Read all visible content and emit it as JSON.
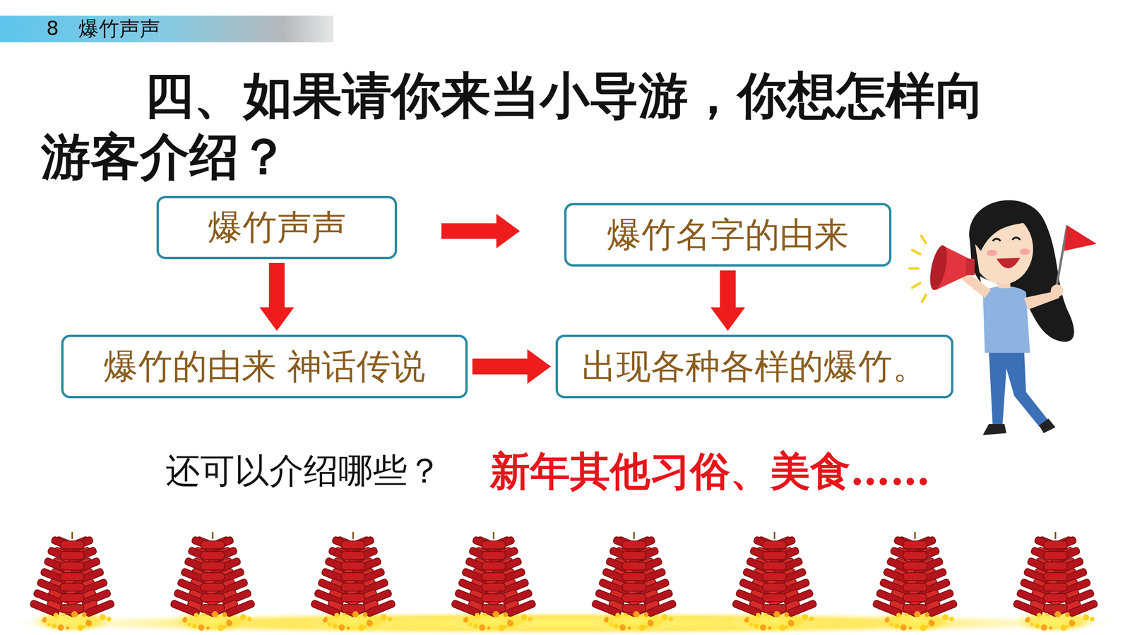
{
  "diagram": {
    "title": "四、如果请你来当小导游，你想怎样向游客介绍？",
    "nodes": [
      {
        "text": [
          "爆竹声声"
        ]
      },
      {
        "text": [
          "爆竹名字的由来"
        ]
      },
      {
        "text": [
          "爆竹的由来 神话传说"
        ]
      },
      {
        "text": [
          "出现各种各样的爆竹。"
        ]
      }
    ],
    "edges": [
      {
        "from": 0,
        "to": 1,
        "arrow": "to"
      },
      {
        "from": 0,
        "to": 2,
        "arrow": "to"
      },
      {
        "from": 1,
        "to": 3,
        "arrow": "to"
      },
      {
        "from": 2,
        "to": 3,
        "arrow": "to"
      }
    ],
    "labels": [
      "8",
      "爆竹声声",
      "还可以介绍哪些？",
      "新年其他习俗、美食……"
    ]
  }
}
